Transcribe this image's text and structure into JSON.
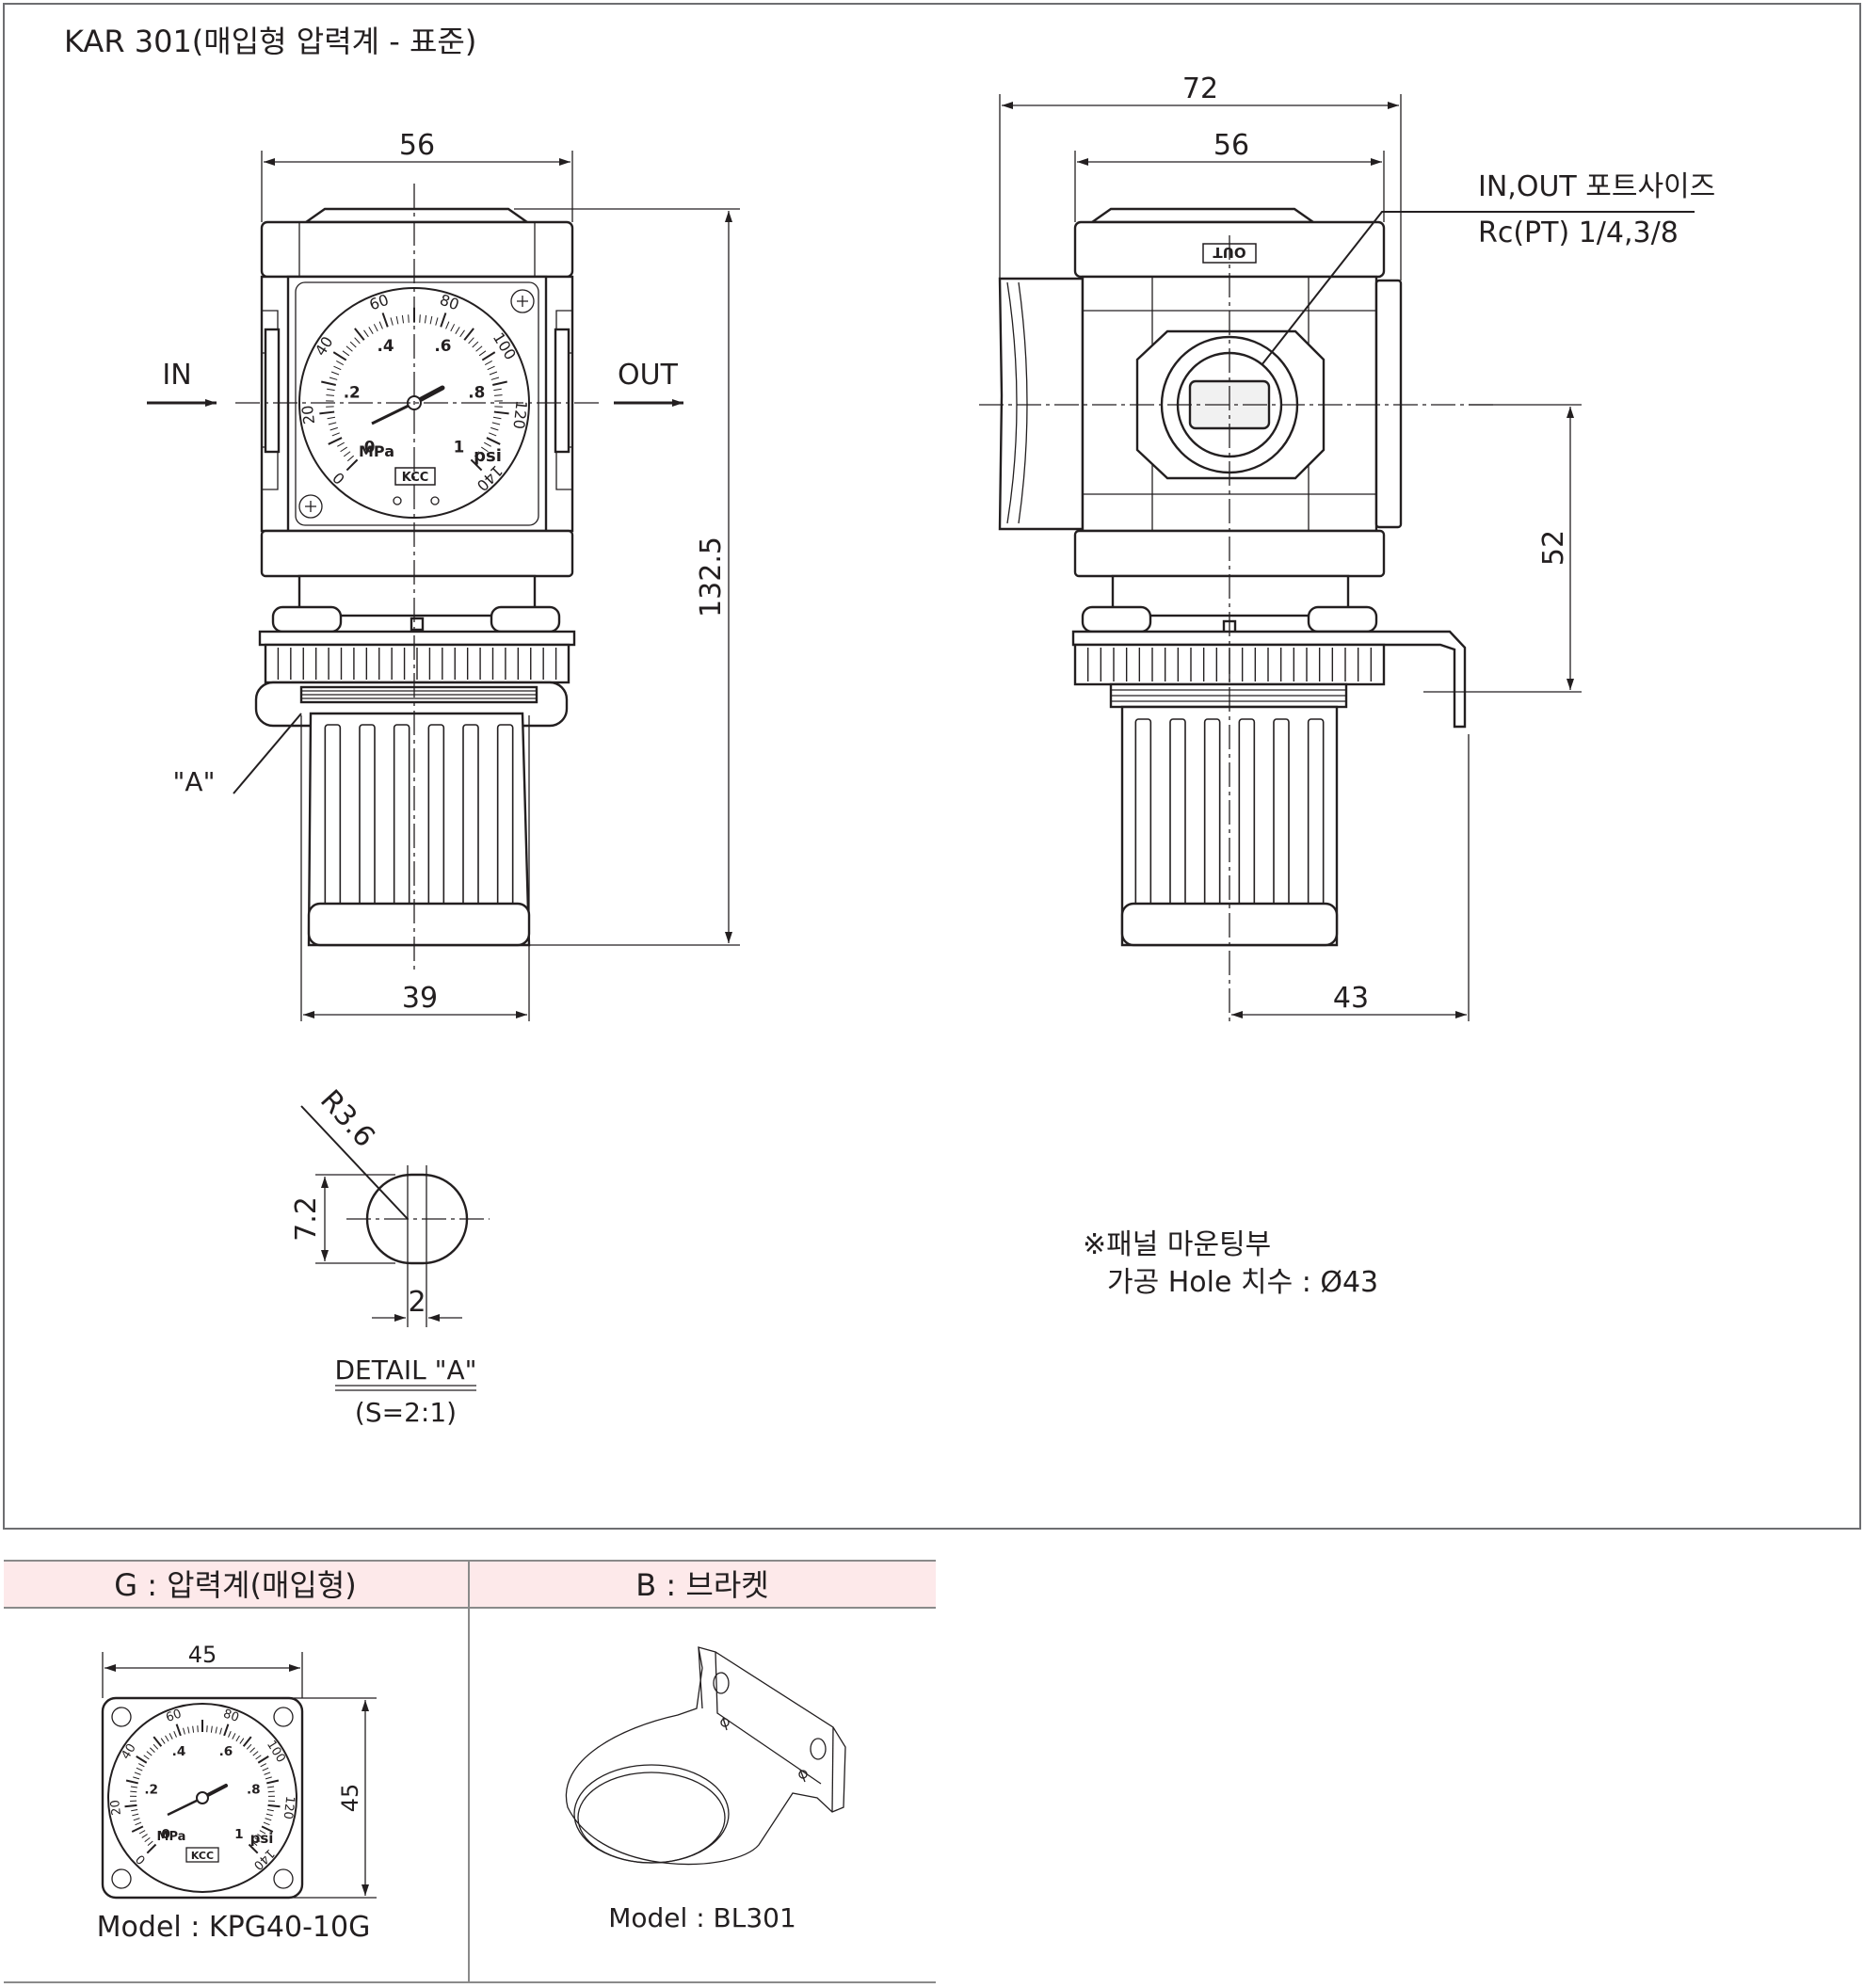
{
  "title": "KAR 301(매입형 압력계 - 표준)",
  "front_view": {
    "dim_top": "56",
    "dim_height": "132.5",
    "dim_bottom": "39",
    "label_in": "IN",
    "label_out": "OUT",
    "label_detail_ref": "\"A\"",
    "gauge": {
      "mpa_scale": [
        "0",
        ".2",
        ".4",
        ".6",
        ".8",
        "1"
      ],
      "psi_scale": [
        "0",
        "20",
        "40",
        "60",
        "80",
        "100",
        "120",
        "140"
      ],
      "unit_mpa": "MPa",
      "unit_psi": "psi",
      "brand": "KCC"
    }
  },
  "side_view": {
    "dim_top_outer": "72",
    "dim_top_inner": "56",
    "dim_right": "52",
    "dim_bottom": "43",
    "port_label": "IN,OUT 포트사이즈",
    "port_value": "Rc(PT) 1/4,3/8",
    "body_marking": "OUT"
  },
  "detail": {
    "radius": "R3.6",
    "height": "7.2",
    "width": "2",
    "title": "DETAIL  \"A\"",
    "scale": "(S=2:1)"
  },
  "panel_note": {
    "line1": "※패널 마운팅부",
    "line2": "가공 Hole 치수 : Ø43"
  },
  "options_table": {
    "columns": [
      {
        "header": "G : 압력계(매입형)",
        "model": "Model : KPG40-10G",
        "dim_w": "45",
        "dim_h": "45"
      },
      {
        "header": "B : 브라켓",
        "model": "Model : BL301"
      }
    ]
  }
}
